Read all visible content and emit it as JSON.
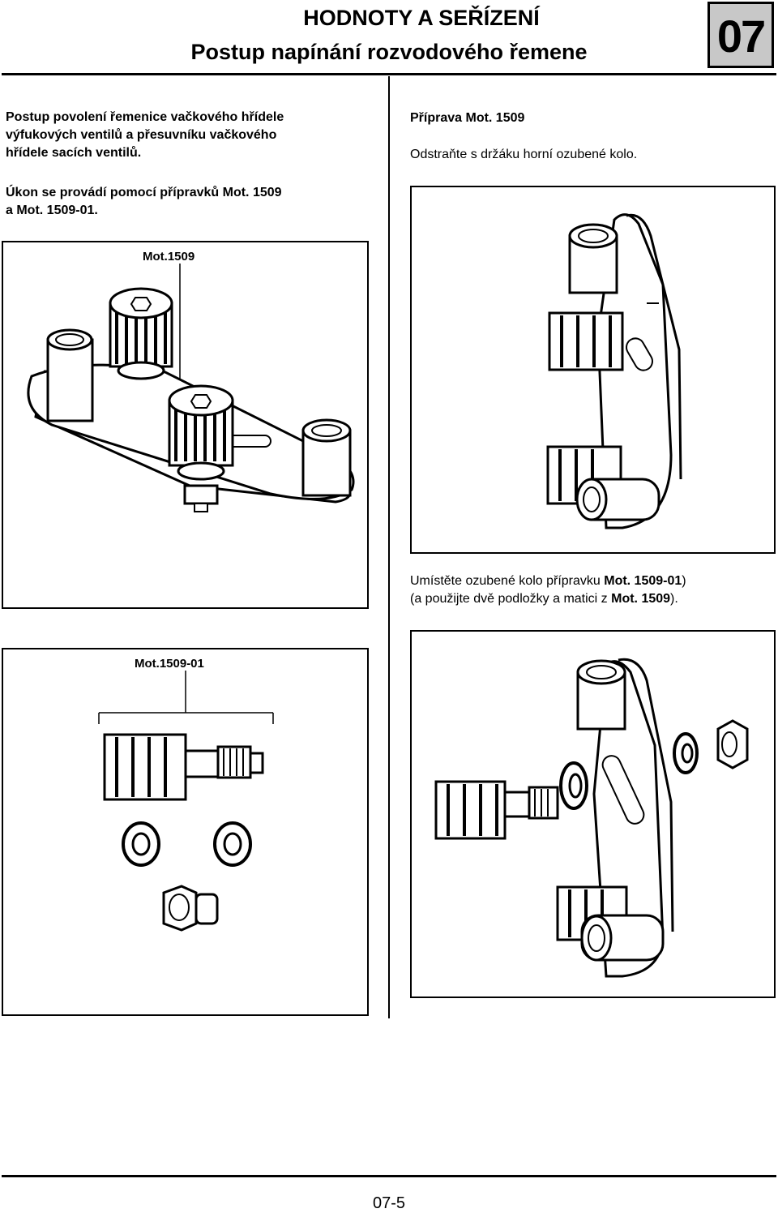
{
  "header": {
    "title": "HODNOTY A SEŘÍZENÍ",
    "subtitle": "Postup napínání rozvodového řemene",
    "chapter": "07"
  },
  "left": {
    "intro_line1": "Postup povolení řemenice vačkového hřídele",
    "intro_line2": "výfukových ventilů a přesuvníku vačkového",
    "intro_line3": "hřídele sacích ventilů.",
    "tools_line1": "Úkon se provádí pomocí přípravků Mot. 1509",
    "tools_line2": "a Mot. 1509-01.",
    "fig1_label": "Mot.1509",
    "fig2_label": "Mot.1509-01"
  },
  "right": {
    "prep_heading": "Příprava Mot. 1509",
    "remove_text": "Odstraňte s držáku horní ozubené kolo.",
    "place_pre": "Umístěte ozubené kolo přípravku ",
    "place_tool": "Mot. 1509-01",
    "place_post": ")",
    "use_pre": "(a použijte dvě podložky a matici z ",
    "use_tool": "Mot. 1509",
    "use_post": ")."
  },
  "footer": {
    "page": "07-5"
  }
}
